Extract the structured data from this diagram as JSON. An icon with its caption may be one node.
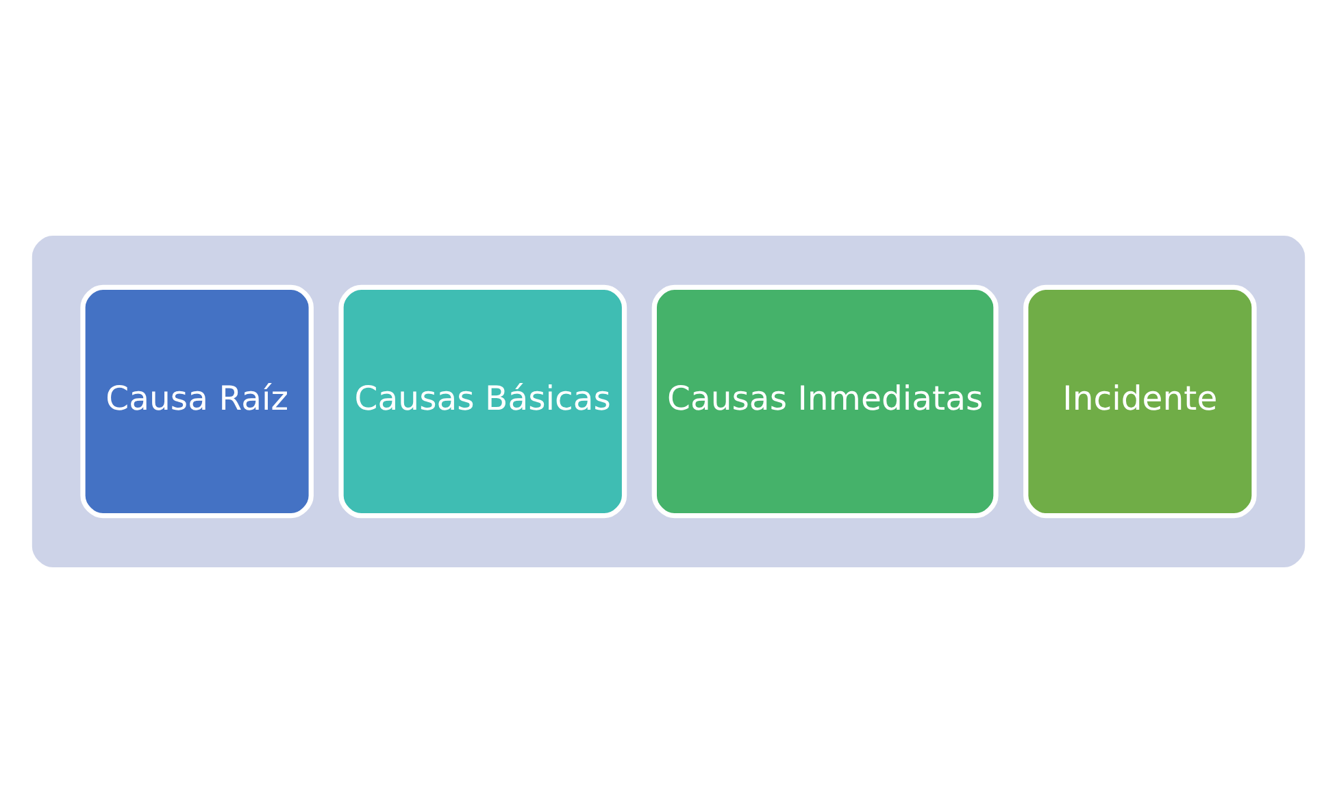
{
  "diagram": {
    "nodes": [
      {
        "text": [],
        "shape": "arrow"
      },
      {
        "text": [
          "Causa Raíz"
        ],
        "in": 0
      },
      {
        "text": [
          "Causas Básicas"
        ],
        "in": 0
      },
      {
        "text": [
          "Causas Inmediatas"
        ],
        "in": 0
      },
      {
        "text": [
          "Incidente"
        ],
        "in": 0
      }
    ],
    "edges": []
  }
}
